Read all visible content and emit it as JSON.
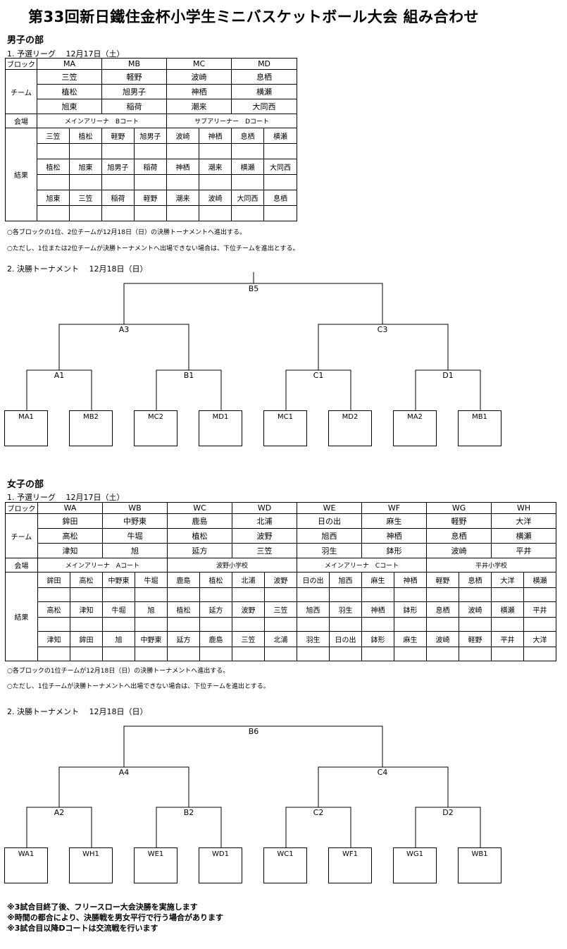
{
  "title": "第33回新日鐵住金杯小学生ミニバスケットボール大会 組み合わせ",
  "boys": {
    "heading": "男子の部",
    "league_heading": "1. 予選リーグ　 12月17日（土）",
    "row_labels": {
      "block": "ブロック",
      "team": "チーム",
      "venue": "会場",
      "result": "結果"
    },
    "blocks": [
      "MA",
      "MB",
      "MC",
      "MD"
    ],
    "teams": [
      [
        "三笠",
        "軽野",
        "波崎",
        "息栖"
      ],
      [
        "植松",
        "旭男子",
        "神栖",
        "横瀬"
      ],
      [
        "旭東",
        "稲荷",
        "潮来",
        "大同西"
      ]
    ],
    "venues": [
      "メインアリーナ　Bコート",
      "サブアリーナー　Dコート"
    ],
    "matches": [
      [
        "三笠",
        "植松",
        "軽野",
        "旭男子",
        "波崎",
        "神栖",
        "息栖",
        "横瀬"
      ],
      [
        "植松",
        "旭東",
        "旭男子",
        "稲荷",
        "神栖",
        "潮来",
        "横瀬",
        "大同西"
      ],
      [
        "旭東",
        "三笠",
        "稲荷",
        "軽野",
        "潮来",
        "波崎",
        "大同西",
        "息栖"
      ]
    ],
    "notes": [
      "○各ブロックの1位、2位チームが12月18日（日）の決勝トーナメントへ進出する。",
      "○ただし、1位または2位チームが決勝トーナメントへ出場できない場合は、下位チームを進出とする。"
    ],
    "tournament_heading": "2. 決勝トーナメント　 12月18日（日）",
    "tournament": {
      "final": "B5",
      "semis": [
        "A3",
        "C3"
      ],
      "quarters": [
        "A1",
        "B1",
        "C1",
        "D1"
      ],
      "entries": [
        "MA1",
        "MB2",
        "MC2",
        "MD1",
        "MC1",
        "MD2",
        "MA2",
        "MB1"
      ]
    }
  },
  "girls": {
    "heading": "女子の部",
    "league_heading": "1. 予選リーグ　 12月17日（土）",
    "row_labels": {
      "block": "ブロック",
      "team": "チーム",
      "venue": "会場",
      "result": "結果"
    },
    "blocks": [
      "WA",
      "WB",
      "WC",
      "WD",
      "WE",
      "WF",
      "WG",
      "WH"
    ],
    "teams": [
      [
        "鉾田",
        "中野東",
        "鹿島",
        "北浦",
        "日の出",
        "麻生",
        "軽野",
        "大洋"
      ],
      [
        "高松",
        "牛堀",
        "植松",
        "波野",
        "旭西",
        "神栖",
        "息栖",
        "横瀬"
      ],
      [
        "津知",
        "旭",
        "延方",
        "三笠",
        "羽生",
        "鉢形",
        "波崎",
        "平井"
      ]
    ],
    "venues": [
      "メインアリーナ　Aコート",
      "波野小学校",
      "メインアリーナ　Cコート",
      "平井小学校"
    ],
    "matches": [
      [
        "鉾田",
        "高松",
        "中野東",
        "牛堀",
        "鹿島",
        "植松",
        "北浦",
        "波野",
        "日の出",
        "旭西",
        "麻生",
        "神栖",
        "軽野",
        "息栖",
        "大洋",
        "横瀬"
      ],
      [
        "高松",
        "津知",
        "牛堀",
        "旭",
        "植松",
        "延方",
        "波野",
        "三笠",
        "旭西",
        "羽生",
        "神栖",
        "鉢形",
        "息栖",
        "波崎",
        "横瀬",
        "平井"
      ],
      [
        "津知",
        "鉾田",
        "旭",
        "中野東",
        "延方",
        "鹿島",
        "三笠",
        "北浦",
        "羽生",
        "日の出",
        "鉢形",
        "麻生",
        "波崎",
        "軽野",
        "平井",
        "大洋"
      ]
    ],
    "notes": [
      "○各ブロックの1位チームが12月18日（日）の決勝トーナメントへ進出する。",
      "○ただし、1位チームが決勝トーナメントへ出場できない場合は、下位チームを進出とする。"
    ],
    "tournament_heading": "2. 決勝トーナメント　 12月18日（日）",
    "tournament": {
      "final": "B6",
      "semis": [
        "A4",
        "C4"
      ],
      "quarters": [
        "A2",
        "B2",
        "C2",
        "D2"
      ],
      "entries": [
        "WA1",
        "WH1",
        "WE1",
        "WD1",
        "WC1",
        "WF1",
        "WG1",
        "WB1"
      ]
    }
  },
  "footer_notes": [
    "※3試合目終了後、フリースロー大会決勝を実施します",
    "※時間の都合により、決勝戦を男女平行で行う場合があります",
    "※3試合目以降Dコートは交流戦を行います"
  ]
}
